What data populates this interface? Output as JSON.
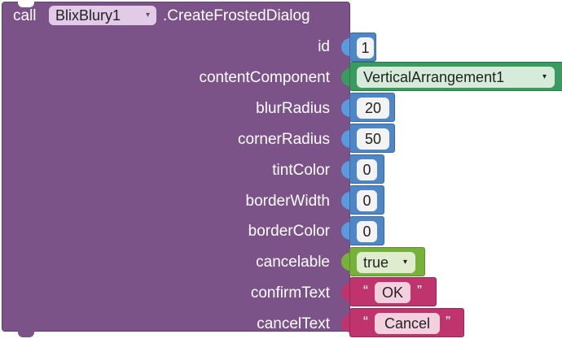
{
  "block": {
    "call_label": "call",
    "component": "BlixBlury1",
    "method": ".CreateFrostedDialog"
  },
  "params": [
    {
      "label": "id",
      "value": "1",
      "kind": "math"
    },
    {
      "label": "contentComponent",
      "value": "VerticalArrangement1",
      "kind": "component"
    },
    {
      "label": "blurRadius",
      "value": "20",
      "kind": "math"
    },
    {
      "label": "cornerRadius",
      "value": "50",
      "kind": "math"
    },
    {
      "label": "tintColor",
      "value": "0",
      "kind": "math"
    },
    {
      "label": "borderWidth",
      "value": "0",
      "kind": "math"
    },
    {
      "label": "borderColor",
      "value": "0",
      "kind": "math"
    },
    {
      "label": "cancelable",
      "value": "true",
      "kind": "logic"
    },
    {
      "label": "confirmText",
      "value": "OK",
      "kind": "text"
    },
    {
      "label": "cancelText",
      "value": "Cancel",
      "kind": "text"
    }
  ],
  "icons": {
    "dropdown_arrow": "▾",
    "open_quote": "“",
    "close_quote": "”"
  },
  "colors": {
    "procedure": "#7c5389",
    "math": "#4e86c6",
    "component": "#3a9a60",
    "logic": "#78b13a",
    "text": "#c0346e"
  }
}
